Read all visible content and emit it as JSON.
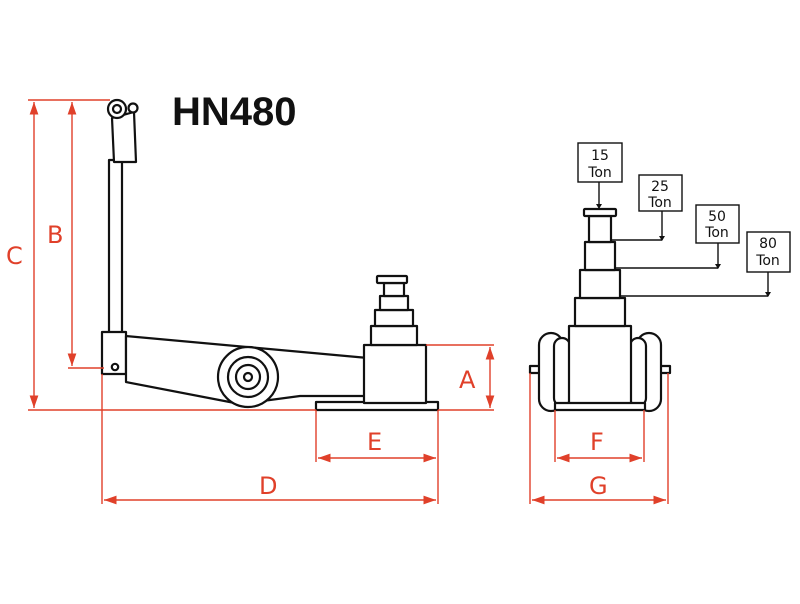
{
  "title": "HN480",
  "colors": {
    "dimension": "#e0402a",
    "outline": "#111111"
  },
  "dimensions": {
    "a": "A",
    "b": "B",
    "c": "C",
    "d": "D",
    "e": "E",
    "f": "F",
    "g": "G"
  },
  "capacities": [
    {
      "value": "15",
      "unit": "Ton"
    },
    {
      "value": "25",
      "unit": "Ton"
    },
    {
      "value": "50",
      "unit": "Ton"
    },
    {
      "value": "80",
      "unit": "Ton"
    }
  ]
}
